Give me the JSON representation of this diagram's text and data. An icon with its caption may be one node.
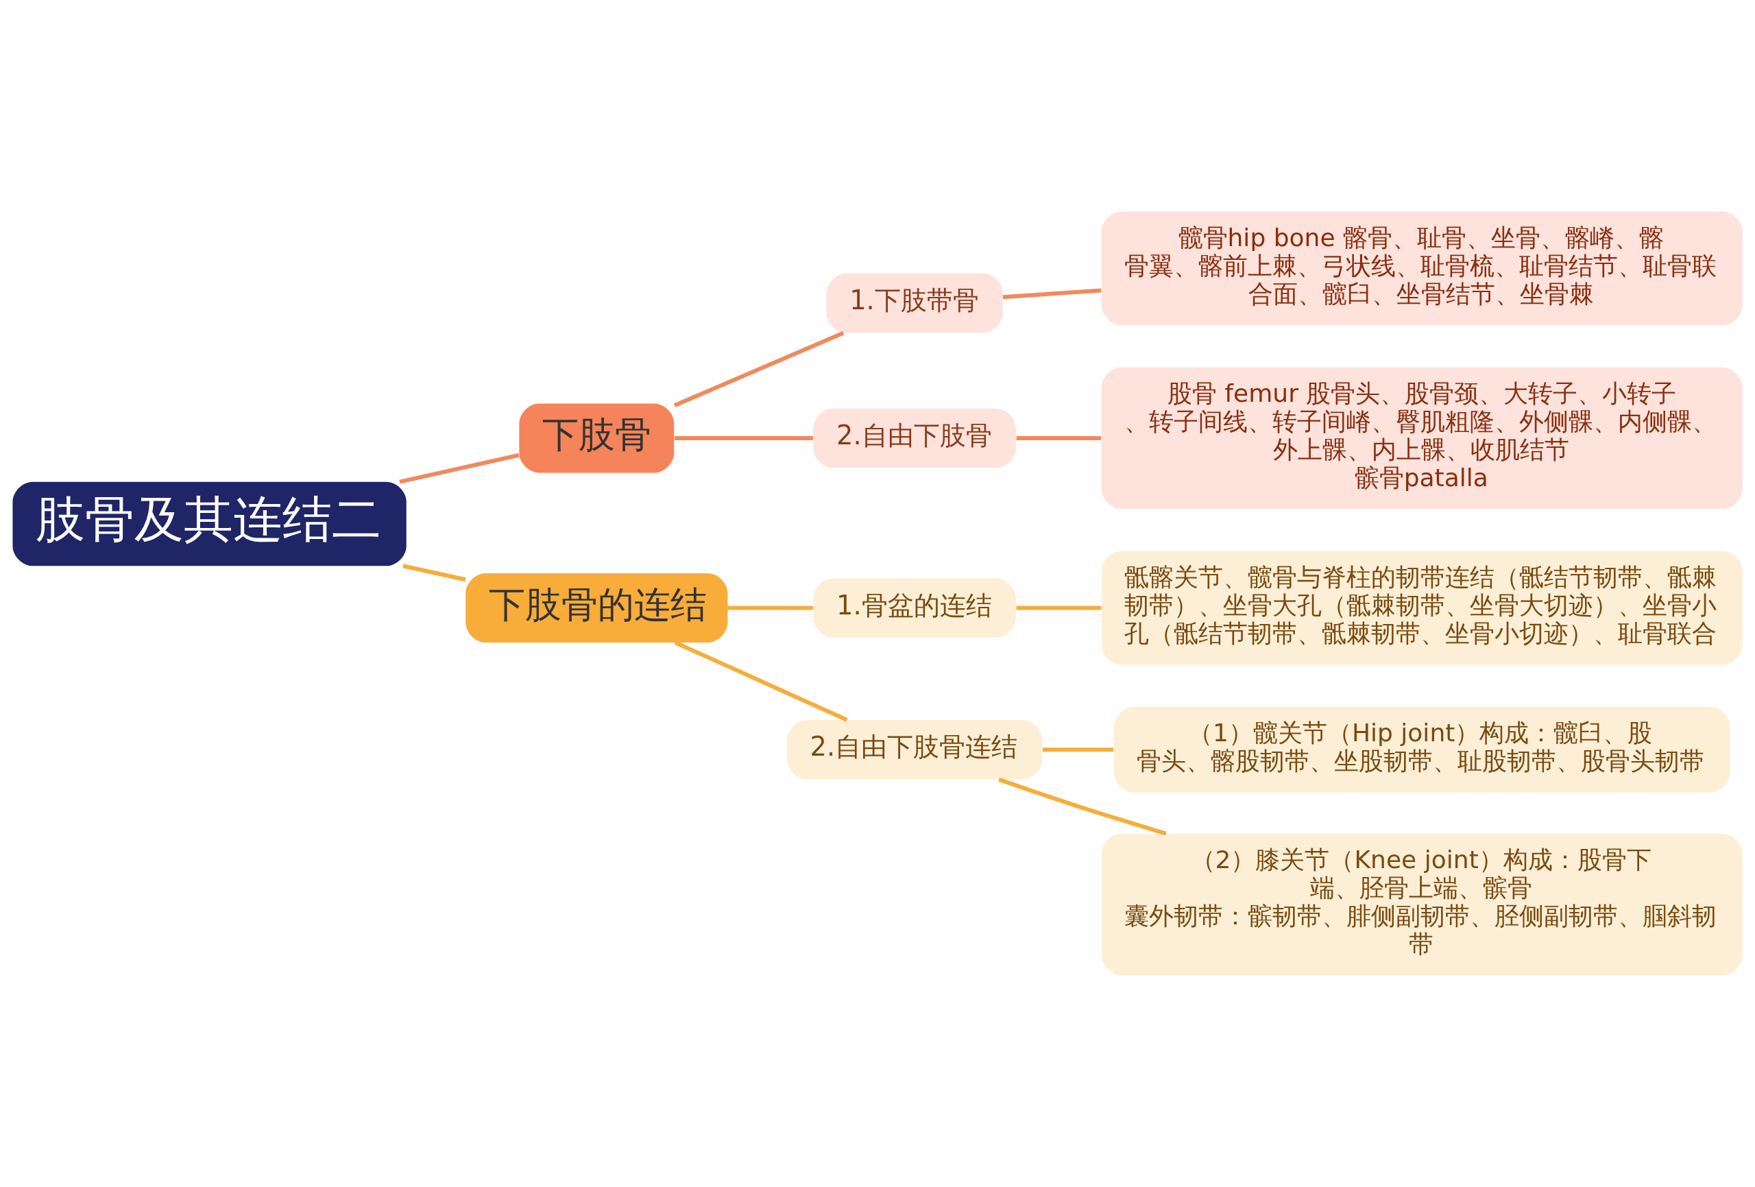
{
  "diagram": {
    "nodes": [
      {
        "text": [
          "肢骨及其连结二"
        ]
      },
      {
        "text": [
          "下肢骨"
        ]
      },
      {
        "text": [
          "1.下肢带骨"
        ]
      },
      {
        "text": [
          "髋骨hip bone 髂骨、耻骨、坐骨、髂嵴、髂骨翼、髂前上棘、弓状线、耻骨梳、耻骨结节、耻骨联合面、髋臼、坐骨结节、坐骨棘"
        ]
      },
      {
        "text": [
          "2.自由下肢骨"
        ]
      },
      {
        "text": [
          "股骨 femur 股骨头、股骨颈、大转子、小转子、转子间线、转子间嵴、臀肌粗隆、外侧髁、内侧髁、外上髁、内上髁、收肌结节",
          "髌骨patalla"
        ]
      },
      {
        "text": [
          "下肢骨的连结"
        ]
      },
      {
        "text": [
          "1.骨盆的连结"
        ]
      },
      {
        "text": [
          "骶髂关节、髋骨与脊柱的韧带连结（骶结节韧带、骶棘韧带）、坐骨大孔（骶棘韧带、坐骨大切迹）、坐骨小孔（骶结节韧带、骶棘韧带、坐骨小切迹）、耻骨联合"
        ]
      },
      {
        "text": [
          "2.自由下肢骨连结"
        ]
      },
      {
        "text": [
          "（1）髋关节（Hip joint）构成：髋臼、股骨头、髂股韧带、坐股韧带、耻股韧带、股骨头韧带"
        ]
      },
      {
        "text": [
          "（2）膝关节（Knee joint）构成：股骨下端、胫骨上端、髌骨",
          "囊外韧带：髌韧带、腓侧副韧带、胫侧副韧带、腘斜韧带"
        ]
      }
    ],
    "edges": [
      {
        "from": 0,
        "to": 1,
        "arrow": "none",
        "color": "#f08a5d"
      },
      {
        "from": 1,
        "to": 2,
        "arrow": "none",
        "color": "#f08a5d"
      },
      {
        "from": 2,
        "to": 3,
        "arrow": "none",
        "color": "#f08a5d"
      },
      {
        "from": 1,
        "to": 4,
        "arrow": "none",
        "color": "#f08a5d"
      },
      {
        "from": 4,
        "to": 5,
        "arrow": "none",
        "color": "#f08a5d"
      },
      {
        "from": 0,
        "to": 6,
        "arrow": "none"
      },
      {
        "from": 6,
        "to": 7,
        "arrow": "none"
      },
      {
        "from": 7,
        "to": 8,
        "arrow": "none"
      },
      {
        "from": 6,
        "to": 9,
        "arrow": "none"
      },
      {
        "from": 9,
        "to": 10,
        "arrow": "none"
      },
      {
        "from": 9,
        "to": 11,
        "arrow": "none"
      }
    ]
  }
}
